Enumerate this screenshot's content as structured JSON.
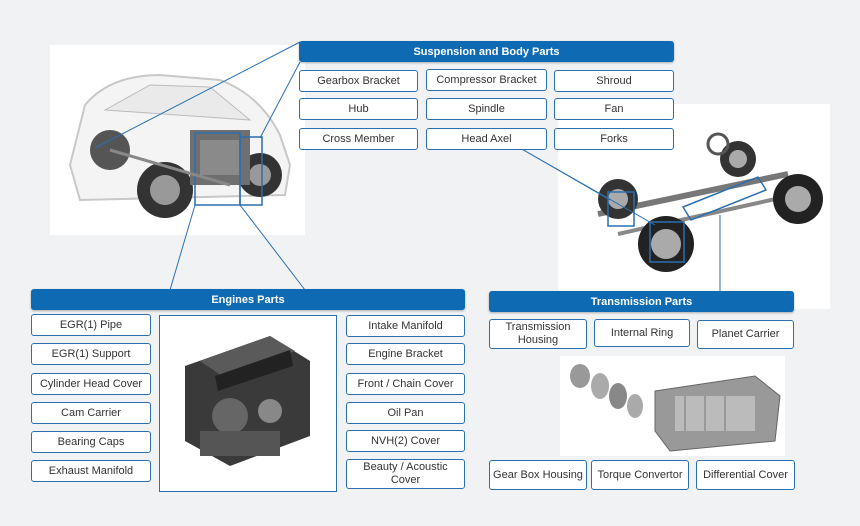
{
  "sections": {
    "suspension": {
      "title": "Suspension and Body Parts",
      "items": [
        "Gearbox Bracket",
        "Compressor Bracket",
        "Shroud",
        "Hub",
        "Spindle",
        "Fan",
        "Cross Member",
        "Head Axel",
        "Forks"
      ]
    },
    "engines": {
      "title": "Engines Parts",
      "left_items": [
        "EGR(1) Pipe",
        "EGR(1) Support",
        "Cylinder Head Cover",
        "Cam Carrier",
        "Bearing Caps",
        "Exhaust Manifold"
      ],
      "right_items": [
        "Intake Manifold",
        "Engine Bracket",
        "Front / Chain Cover",
        "Oil Pan",
        "NVH(2) Cover",
        "Beauty / Acoustic Cover"
      ]
    },
    "transmission": {
      "title": "Transmission Parts",
      "top_items": [
        "Transmission Housing",
        "Internal Ring",
        "Planet Carrier"
      ],
      "bottom_items": [
        "Gear Box Housing",
        "Torque Convertor",
        "Differential Cover"
      ]
    }
  },
  "colors": {
    "accent": "#0e6bb3",
    "border": "#2b6fb0",
    "background": "#f1f2f4"
  },
  "images": [
    "car-image",
    "chassis-image",
    "engine-image",
    "transmission-image"
  ]
}
